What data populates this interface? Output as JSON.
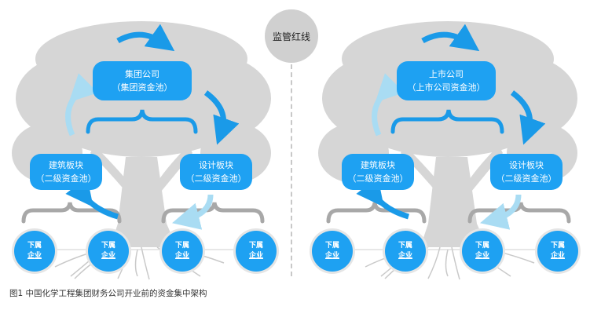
{
  "badge": {
    "label": "监管红线"
  },
  "left": {
    "top_box": {
      "title": "集团公司",
      "subtitle": "（集团资金池）"
    },
    "mid_left": {
      "title": "建筑板块",
      "subtitle": "（二级资金池）"
    },
    "mid_right": {
      "title": "设计板块",
      "subtitle": "（二级资金池）"
    },
    "subs": [
      {
        "line1": "下属",
        "line2": "企业"
      },
      {
        "line1": "下属",
        "line2": "企业"
      },
      {
        "line1": "下属",
        "line2": "企业"
      },
      {
        "line1": "下属",
        "line2": "企业"
      }
    ]
  },
  "right": {
    "top_box": {
      "title": "上市公司",
      "subtitle": "（上市公司资金池）"
    },
    "mid_left": {
      "title": "建筑板块",
      "subtitle": "（二级资金池）"
    },
    "mid_right": {
      "title": "设计板块",
      "subtitle": "（二级资金池）"
    },
    "subs": [
      {
        "line1": "下属",
        "line2": "企业"
      },
      {
        "line1": "下属",
        "line2": "企业"
      },
      {
        "line1": "下属",
        "line2": "企业"
      },
      {
        "line1": "下属",
        "line2": "企业"
      }
    ]
  },
  "caption": "图1  中国化学工程集团财务公司开业前的资金集中架构",
  "colors": {
    "node": "#1ea1f2",
    "tree": "#d6d6d6",
    "arrow_light": "#a9dcf3",
    "brace": "#1a9ae8"
  }
}
